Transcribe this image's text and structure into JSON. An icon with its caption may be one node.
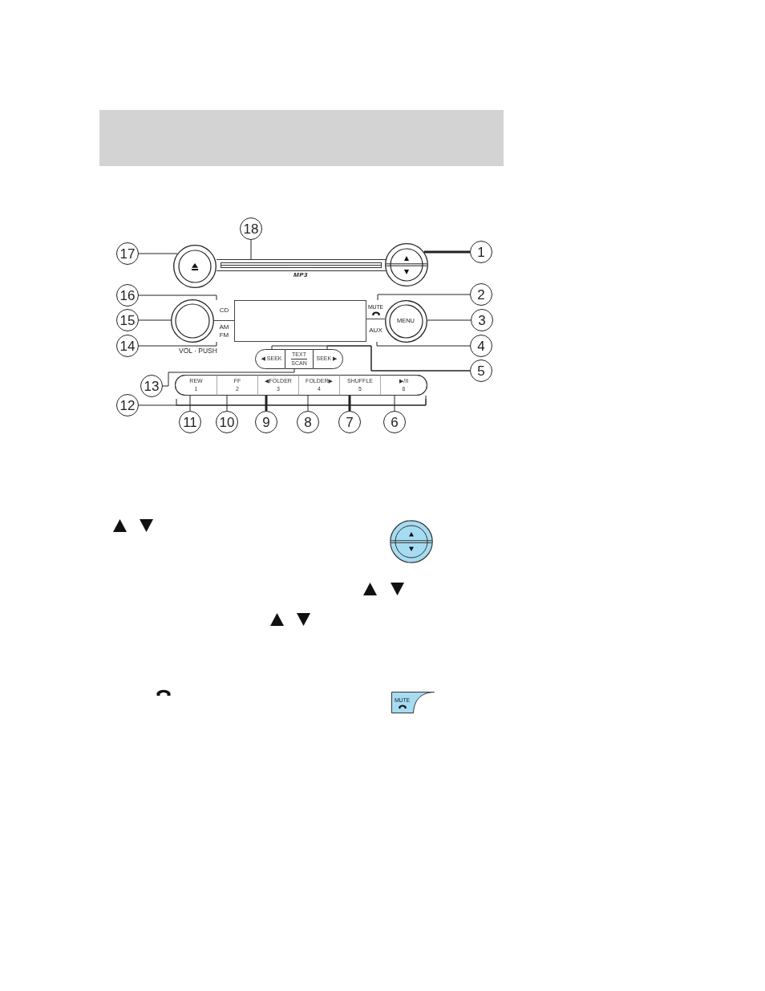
{
  "diagram": {
    "nodes": [
      {
        "text": [
          "18"
        ]
      },
      {
        "text": [
          "17"
        ]
      },
      {
        "text": [],
        "shape": "circle"
      },
      {
        "text": [],
        "shape": "bar",
        "beside": [
          "MP3"
        ]
      },
      {
        "text": [],
        "shape": "circle"
      },
      {
        "text": [
          "1"
        ]
      },
      {
        "text": [
          "16"
        ]
      },
      {
        "text": [
          "CD"
        ]
      },
      {
        "text": [],
        "shape": "box"
      },
      {
        "text": [
          "MUTE"
        ]
      },
      {
        "text": [
          "2"
        ]
      },
      {
        "text": [
          "15"
        ]
      },
      {
        "text": [],
        "shape": "circle",
        "beside": [
          "VOL · PUSH"
        ]
      },
      {
        "text": [
          "AM FM"
        ]
      },
      {
        "text": [
          "AUX"
        ]
      },
      {
        "text": [
          "MENU"
        ]
      },
      {
        "text": [
          "3"
        ]
      },
      {
        "text": [
          "14"
        ]
      },
      {
        "text": [
          "4"
        ]
      },
      {
        "text": [
          "◀ SEEK"
        ]
      },
      {
        "text": [
          "TEXT",
          "SCAN"
        ]
      },
      {
        "text": [
          "SEEK ▶"
        ]
      },
      {
        "text": [
          "5"
        ]
      },
      {
        "text": [
          "13"
        ]
      },
      {
        "text": [],
        "shape": "bar"
      },
      {
        "text": [
          "REW",
          "1"
        ],
        "in": 24
      },
      {
        "text": [
          "FF",
          "2"
        ],
        "in": 24
      },
      {
        "text": [
          "◀FOLDER",
          "3"
        ],
        "in": 24
      },
      {
        "text": [
          "FOLDER▶",
          "4"
        ],
        "in": 24
      },
      {
        "text": [
          "SHUFFLE",
          "5"
        ],
        "in": 24
      },
      {
        "text": [
          "▶/II",
          "6"
        ],
        "in": 24
      },
      {
        "text": [
          "12"
        ]
      },
      {
        "text": [
          "11"
        ]
      },
      {
        "text": [
          "10"
        ]
      },
      {
        "text": [
          "9"
        ]
      },
      {
        "text": [
          "8"
        ]
      },
      {
        "text": [
          "7"
        ]
      },
      {
        "text": [
          "6"
        ]
      },
      {
        "text": [
          "MUTE"
        ]
      }
    ],
    "edges": [
      {
        "from": 0,
        "to": 3,
        "arrow": "none"
      },
      {
        "from": 1,
        "to": 2,
        "arrow": "none"
      },
      {
        "from": 5,
        "to": 4,
        "arrow": "none",
        "style": "thick"
      },
      {
        "from": 6,
        "to": 7,
        "arrow": "none"
      },
      {
        "from": 10,
        "to": 9,
        "arrow": "none"
      },
      {
        "from": 11,
        "to": 12,
        "arrow": "none"
      },
      {
        "from": 16,
        "to": 15,
        "arrow": "none"
      },
      {
        "from": 17,
        "to": 13,
        "arrow": "none"
      },
      {
        "from": 18,
        "to": 14,
        "arrow": "none"
      },
      {
        "from": 22,
        "to": 19,
        "arrow": "none"
      },
      {
        "from": 22,
        "to": 21,
        "arrow": "none"
      },
      {
        "from": 23,
        "to": 20,
        "arrow": "none"
      },
      {
        "from": 31,
        "to": 24,
        "arrow": "none"
      },
      {
        "from": 32,
        "to": 25,
        "arrow": "none"
      },
      {
        "from": 33,
        "to": 26,
        "arrow": "none"
      },
      {
        "from": 34,
        "to": 27,
        "arrow": "none",
        "style": "thick"
      },
      {
        "from": 35,
        "to": 28,
        "arrow": "none"
      },
      {
        "from": 36,
        "to": 29,
        "arrow": "none",
        "style": "thick"
      },
      {
        "from": 37,
        "to": 30,
        "arrow": "none"
      }
    ]
  }
}
